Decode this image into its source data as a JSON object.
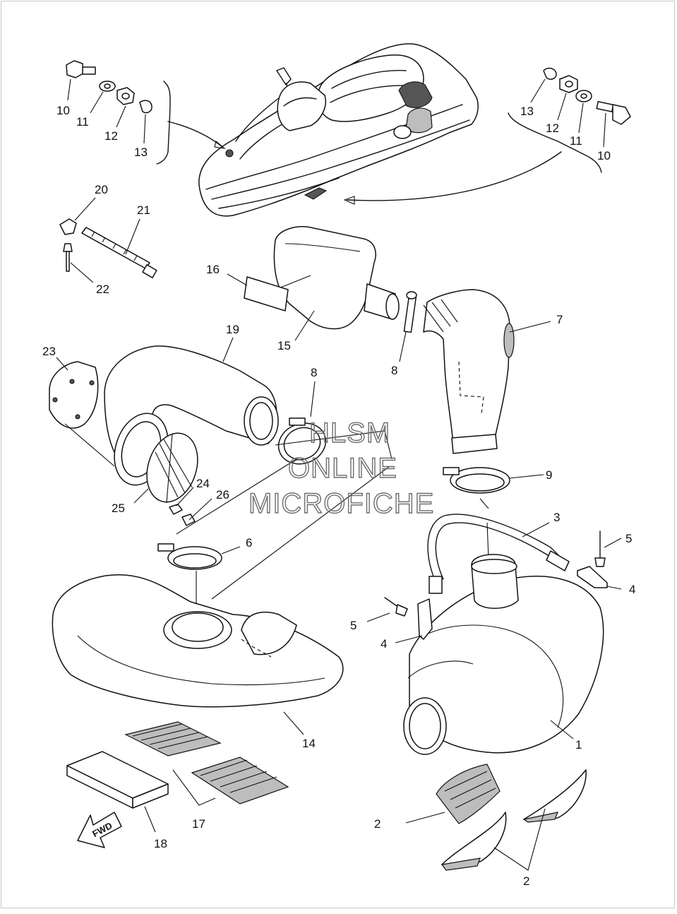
{
  "diagram": {
    "callouts": [
      {
        "id": "c1",
        "text": "1"
      },
      {
        "id": "c2a",
        "text": "2"
      },
      {
        "id": "c2b",
        "text": "2"
      },
      {
        "id": "c3",
        "text": "3"
      },
      {
        "id": "c4a",
        "text": "4"
      },
      {
        "id": "c4b",
        "text": "4"
      },
      {
        "id": "c5a",
        "text": "5"
      },
      {
        "id": "c5b",
        "text": "5"
      },
      {
        "id": "c6",
        "text": "6"
      },
      {
        "id": "c7",
        "text": "7"
      },
      {
        "id": "c8a",
        "text": "8"
      },
      {
        "id": "c8b",
        "text": "8"
      },
      {
        "id": "c9",
        "text": "9"
      },
      {
        "id": "c10a",
        "text": "10"
      },
      {
        "id": "c10b",
        "text": "10"
      },
      {
        "id": "c11a",
        "text": "11"
      },
      {
        "id": "c11b",
        "text": "11"
      },
      {
        "id": "c12a",
        "text": "12"
      },
      {
        "id": "c12b",
        "text": "12"
      },
      {
        "id": "c13a",
        "text": "13"
      },
      {
        "id": "c13b",
        "text": "13"
      },
      {
        "id": "c14",
        "text": "14"
      },
      {
        "id": "c15",
        "text": "15"
      },
      {
        "id": "c16",
        "text": "16"
      },
      {
        "id": "c17",
        "text": "17"
      },
      {
        "id": "c18",
        "text": "18"
      },
      {
        "id": "c19",
        "text": "19"
      },
      {
        "id": "c20",
        "text": "20"
      },
      {
        "id": "c21",
        "text": "21"
      },
      {
        "id": "c22",
        "text": "22"
      },
      {
        "id": "c23",
        "text": "23"
      },
      {
        "id": "c24",
        "text": "24"
      },
      {
        "id": "c25",
        "text": "25"
      },
      {
        "id": "c26",
        "text": "26"
      }
    ],
    "direction_arrow": "FWD",
    "watermark": [
      "HLSM",
      "ONLINE",
      "MICROFICHE"
    ]
  }
}
